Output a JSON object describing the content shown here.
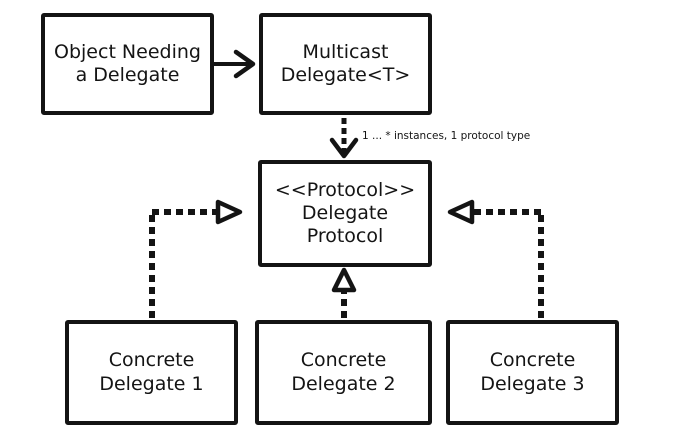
{
  "diagram": {
    "boxes": {
      "object": {
        "line1": "Object Needing",
        "line2": "a Delegate"
      },
      "multicast": {
        "line1": "Multicast",
        "line2": "Delegate<T>"
      },
      "protocol": {
        "line1": "<<Protocol>>",
        "line2": "Delegate",
        "line3": "Protocol"
      },
      "concrete1": {
        "line1": "Concrete",
        "line2": "Delegate 1"
      },
      "concrete2": {
        "line1": "Concrete",
        "line2": "Delegate 2"
      },
      "concrete3": {
        "line1": "Concrete",
        "line2": "Delegate 3"
      }
    },
    "multiplicity_label": "1 ... * instances, 1 protocol type",
    "colors": {
      "ink": "#141414",
      "background": "#ffffff"
    }
  }
}
